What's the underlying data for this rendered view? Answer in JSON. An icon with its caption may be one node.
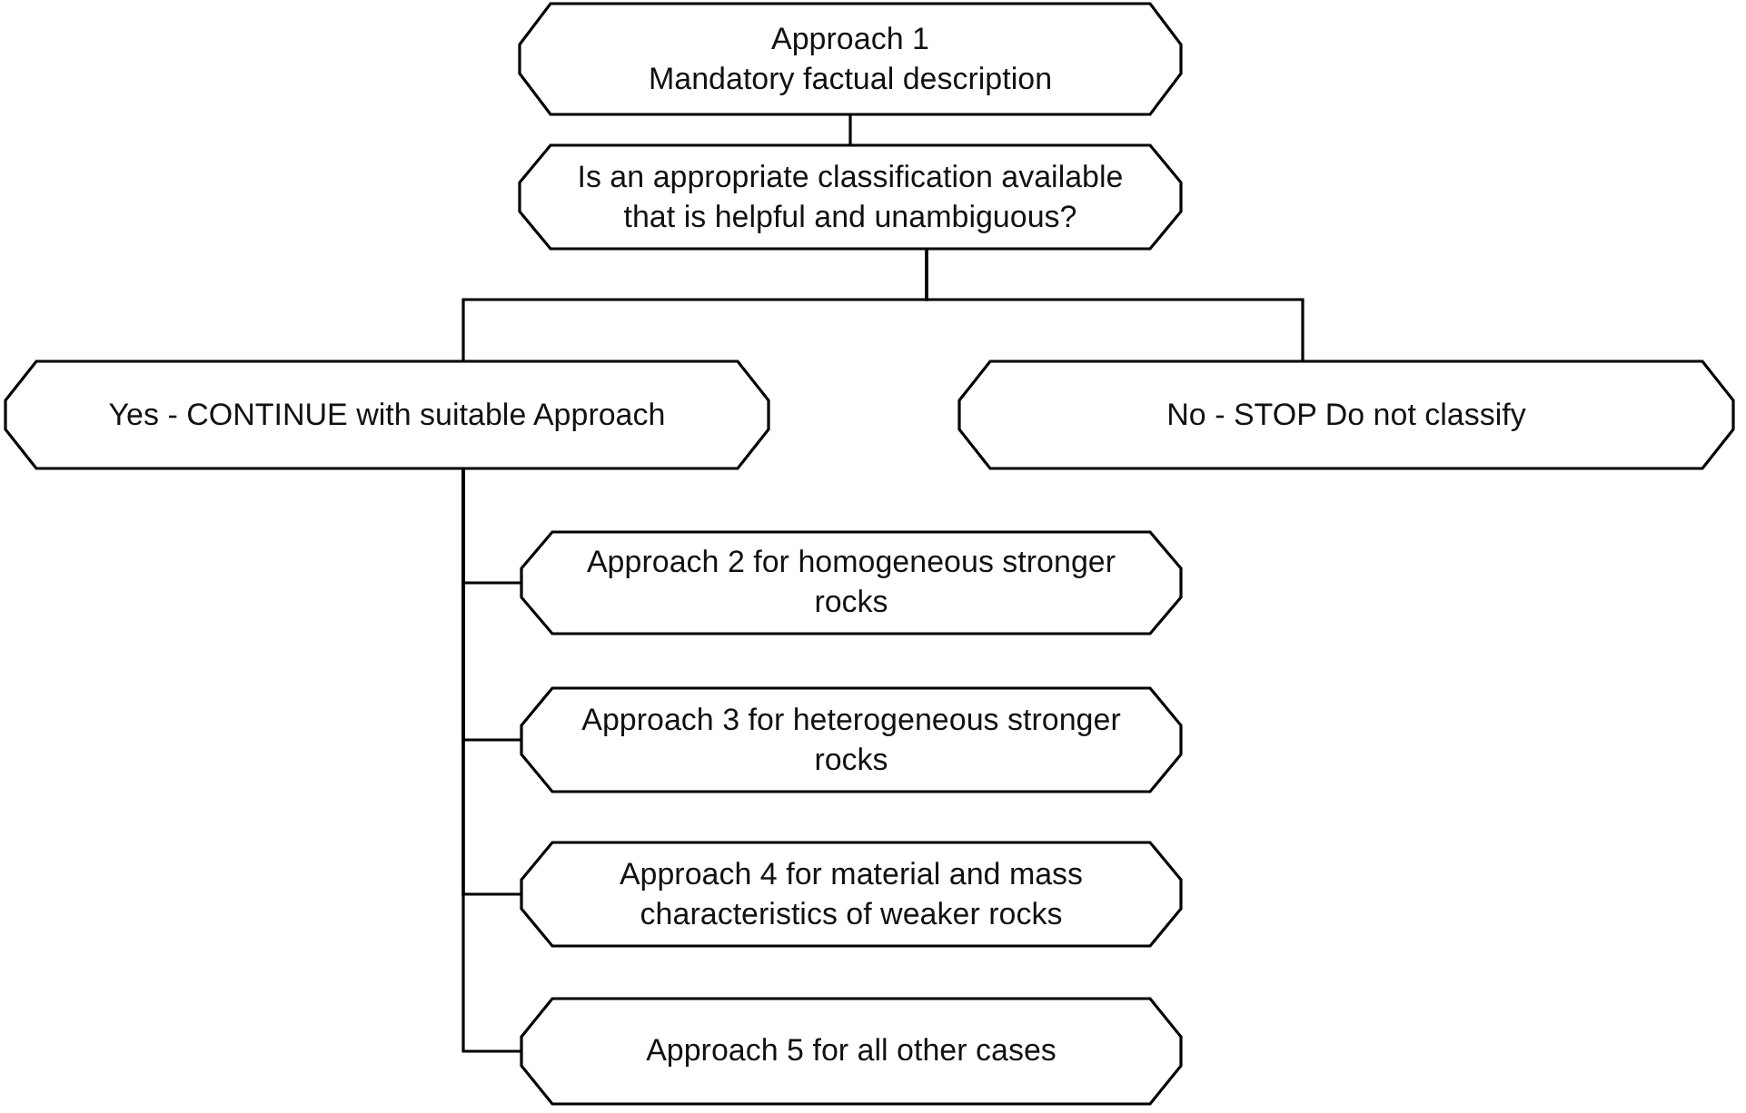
{
  "diagram": {
    "nodes": [
      {
        "text": [
          "Approach 1",
          "Mandatory factual description"
        ]
      },
      {
        "text": [
          "Is an appropriate classification available that is helpful and unambiguous?"
        ]
      },
      {
        "text": [
          "Yes - CONTINUE with suitable Approach"
        ]
      },
      {
        "text": [
          "No - STOP Do not classify"
        ]
      },
      {
        "text": [
          "Approach 2 for homogeneous stronger rocks"
        ]
      },
      {
        "text": [
          "Approach 3 for heterogeneous stronger rocks"
        ]
      },
      {
        "text": [
          "Approach 4 for material and mass characteristics of weaker rocks"
        ]
      },
      {
        "text": [
          "Approach 5 for all other cases"
        ]
      }
    ],
    "edges": [
      {
        "from": 0,
        "to": 1,
        "arrow": "none"
      },
      {
        "from": 1,
        "to": 2,
        "arrow": "none"
      },
      {
        "from": 1,
        "to": 3,
        "arrow": "none"
      },
      {
        "from": 2,
        "to": 4,
        "arrow": "none"
      },
      {
        "from": 2,
        "to": 5,
        "arrow": "none"
      },
      {
        "from": 2,
        "to": 6,
        "arrow": "none"
      },
      {
        "from": 2,
        "to": 7,
        "arrow": "none"
      }
    ]
  }
}
